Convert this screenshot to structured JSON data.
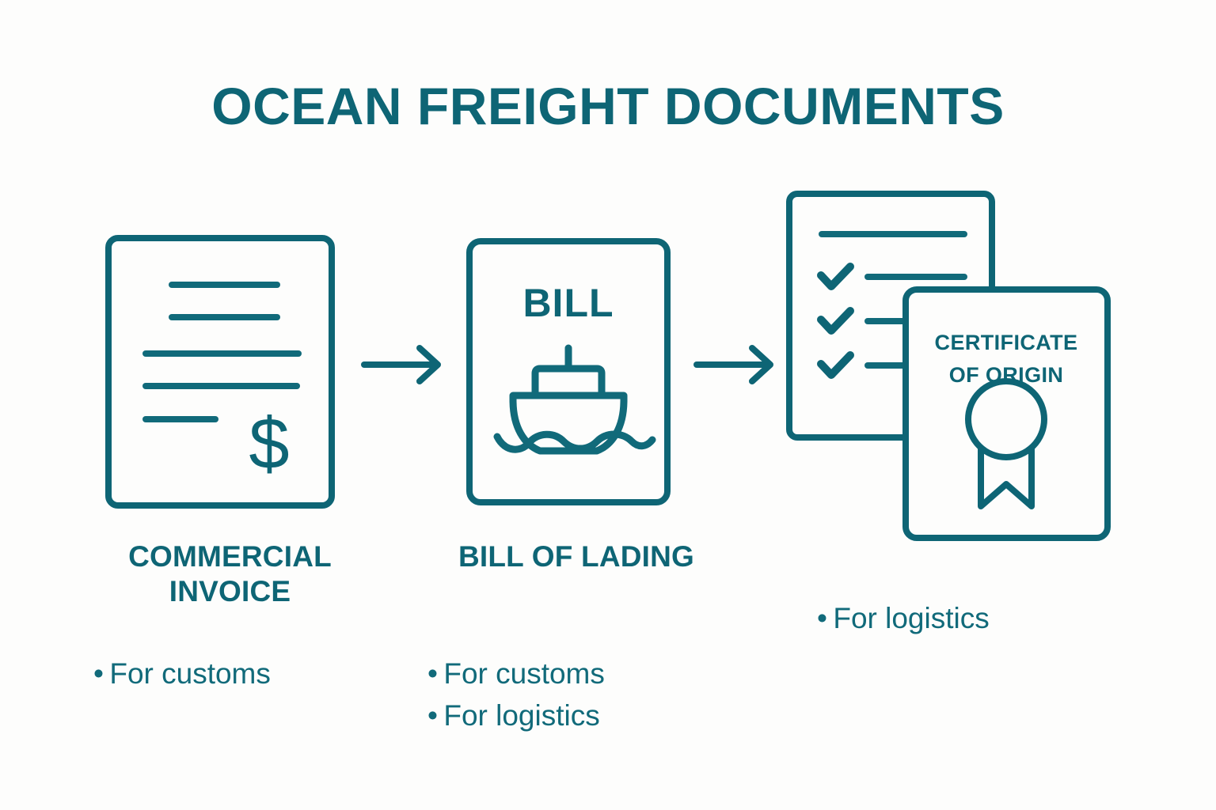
{
  "title": "OCEAN FREIGHT DOCUMENTS",
  "theme": {
    "accent": "#0e6575",
    "line": "#116a7a",
    "background": "#fdfdfc"
  },
  "columns": [
    {
      "id": "commercial-invoice",
      "heading": "COMMERCIAL INVOICE",
      "heading_line1": "COMMERCIAL",
      "heading_line2": "INVOICE",
      "icon": "invoice-document-icon",
      "bullets": [
        "For customs"
      ]
    },
    {
      "id": "bill-of-lading",
      "heading": "BILL OF LADING",
      "icon": "bill-of-lading-document-icon",
      "doc_label": "BILL",
      "bullets": [
        "For customs",
        "For logistics"
      ]
    },
    {
      "id": "certificate-of-origin",
      "heading": "",
      "icon": "certificate-of-origin-icon",
      "doc_label_line1": "CERTIFICATE",
      "doc_label_line2": "OF ORIGIN",
      "bullets": [
        "For logistics"
      ]
    }
  ],
  "connectors": [
    {
      "id": "arrow-1",
      "from": "commercial-invoice",
      "to": "bill-of-lading",
      "glyph": "arrow-right-icon"
    },
    {
      "id": "arrow-2",
      "from": "bill-of-lading",
      "to": "certificate-of-origin",
      "glyph": "arrow-right-icon"
    }
  ],
  "bullet_marker": "•"
}
